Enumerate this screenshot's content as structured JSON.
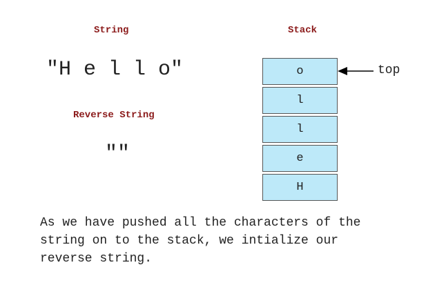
{
  "labels": {
    "string": "String",
    "stack": "Stack",
    "reverse_string": "Reverse String"
  },
  "original_string": "\"H e l l o\"",
  "reverse_string": "\"\"",
  "stack": {
    "cells": [
      "o",
      "l",
      "l",
      "e",
      "H"
    ],
    "top_label": "top"
  },
  "caption": "As we have pushed all the characters of the\nstring on to the stack, we intialize our\nreverse string.",
  "colors": {
    "label": "#8b1a1a",
    "cell_fill": "#bde9f9",
    "cell_border": "#555555",
    "text": "#222222"
  }
}
